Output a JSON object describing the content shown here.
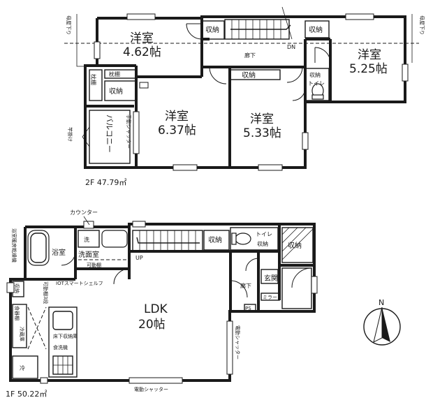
{
  "floor2": {
    "area_label": "2F 47.79㎡",
    "rooms": {
      "room_a_name": "洋室",
      "room_a_size": "4.62帖",
      "room_b_name": "洋室",
      "room_b_size": "6.37帖",
      "room_c_name": "洋室",
      "room_c_size": "5.33帖",
      "room_d_name": "洋室",
      "room_d_size": "5.25帖"
    },
    "labels": {
      "closet": "収納",
      "hallway": "廊下",
      "toilet": "トイレ",
      "dn": "DN",
      "balcony": "バルコニー",
      "manual_shutter": "手動シャッター",
      "pillow_shelf": "枕棚",
      "laundry_pole": "竿掛け",
      "eaves_left": "母屋下り",
      "eaves_right": "母屋下り"
    }
  },
  "floor1": {
    "area_label": "1F 50.22㎡",
    "ldk_name": "LDK",
    "ldk_size": "20帖",
    "labels": {
      "counter": "カウンター",
      "bathroom": "浴室",
      "washroom": "洗面室",
      "wash": "洗",
      "bath_dryer": "浴室暖房乾燥機",
      "movable_shelf": "可動棚",
      "movable_shelf_3": "可動棚3段",
      "iot_shelf": "IOTスマートシェルフ",
      "fridge": "冷蔵庫",
      "food_storage": "食器棚",
      "underfloor": "床下収納庫",
      "dishwasher": "食洗機",
      "closet": "収納",
      "toilet": "トイレ",
      "toilet_storage": "収納",
      "up": "UP",
      "hallway": "廊下",
      "entrance": "玄関",
      "mirror": "ミラー",
      "ps": "PS",
      "electric_shutter_right": "電動シャッター",
      "electric_shutter_bottom": "電動シャッター",
      "fridge_mark": "冷"
    }
  },
  "compass": {
    "label": "N"
  }
}
